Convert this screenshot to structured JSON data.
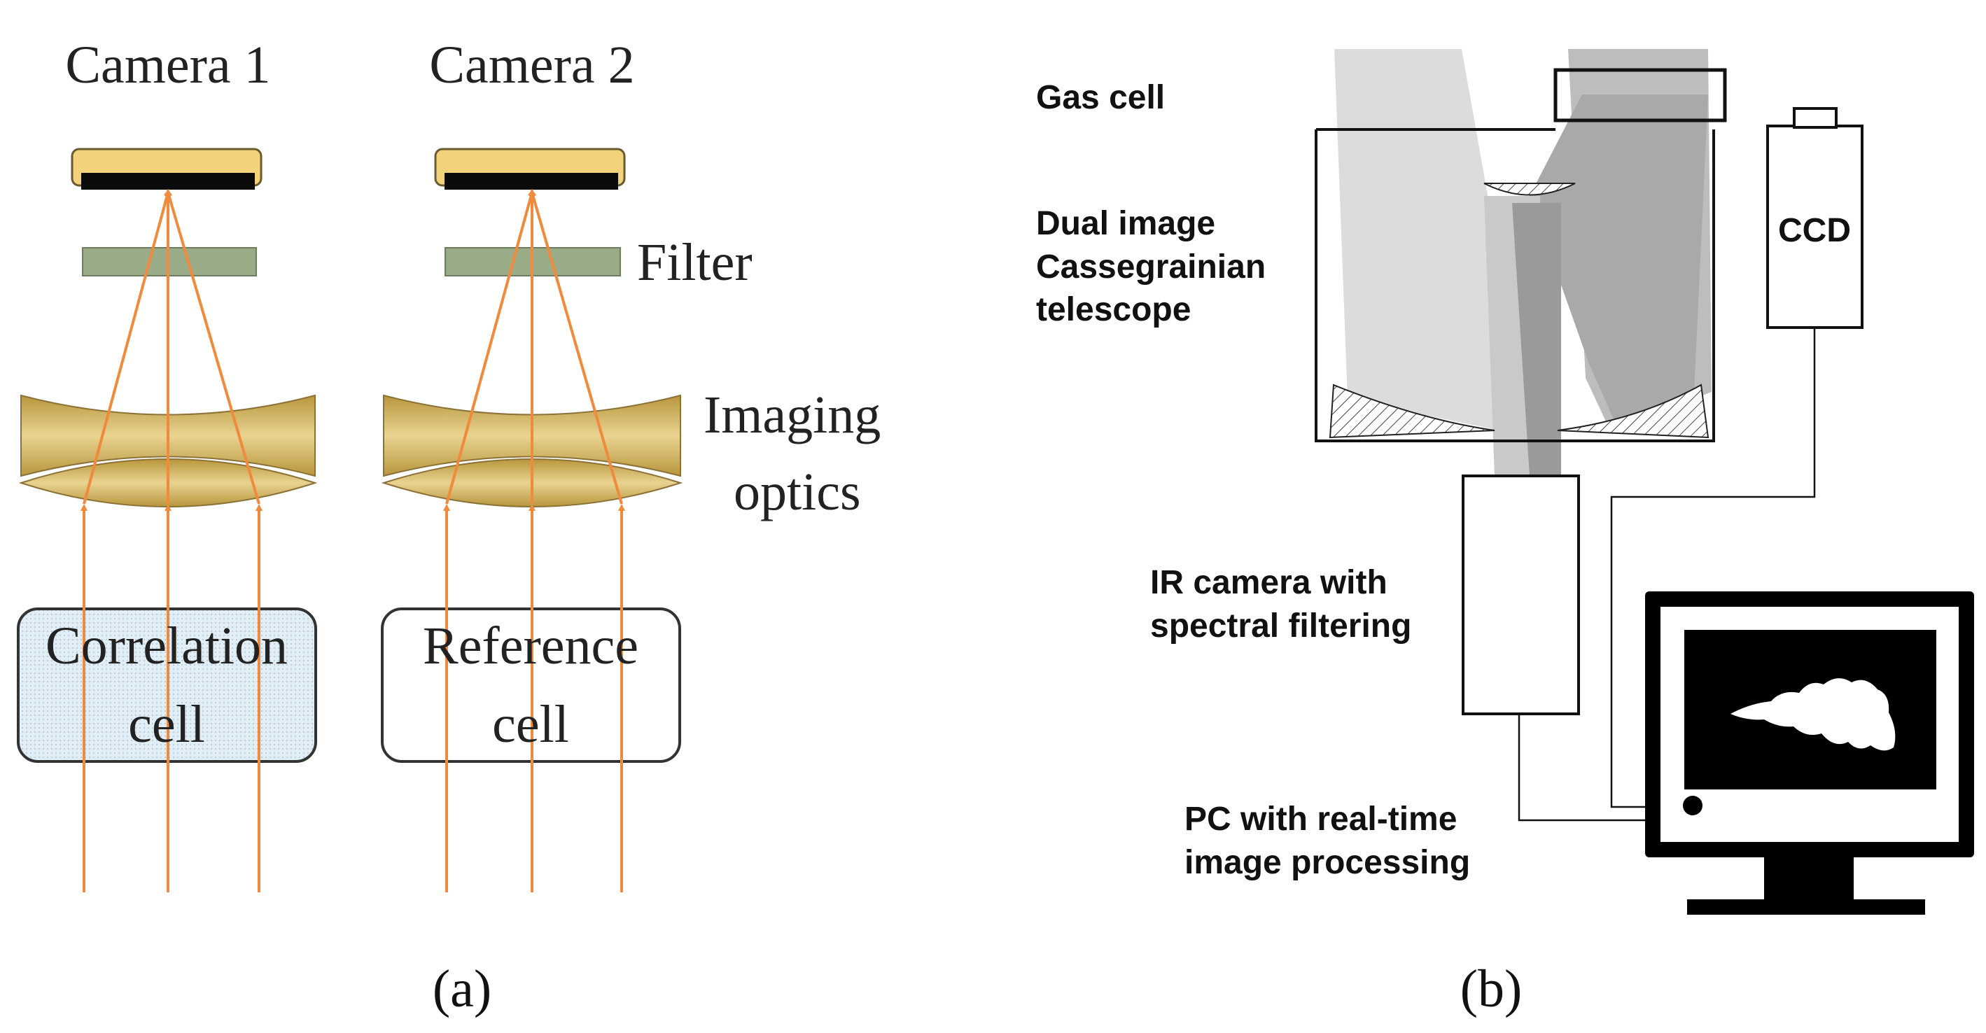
{
  "panel_a": {
    "camera1_label": "Camera 1",
    "camera2_label": "Camera 2",
    "filter_label": "Filter",
    "imaging_label_line1": "Imaging",
    "imaging_label_line2": "optics",
    "correlation_line1": "Correlation",
    "correlation_line2": "cell",
    "reference_line1": "Reference",
    "reference_line2": "cell",
    "caption": "(a)"
  },
  "panel_b": {
    "gas_cell_label": "Gas cell",
    "telescope_line1": "Dual image",
    "telescope_line2": "Cassegrainian",
    "telescope_line3": "telescope",
    "ccd_label": "CCD",
    "ir_line1": "IR camera with",
    "ir_line2": "spectral filtering",
    "pc_line1": "PC with real-time",
    "pc_line2": "image processing",
    "caption": "(b)"
  },
  "colors": {
    "ray": "#f08a3c",
    "lens_gold": "#c9ad5e",
    "sensor_gold": "#f2d27a",
    "filter_green": "#9aab87",
    "cell_fill": "#e2eef6",
    "beam_light": "#dcdcdc",
    "beam_dark": "#a9a9a9"
  }
}
